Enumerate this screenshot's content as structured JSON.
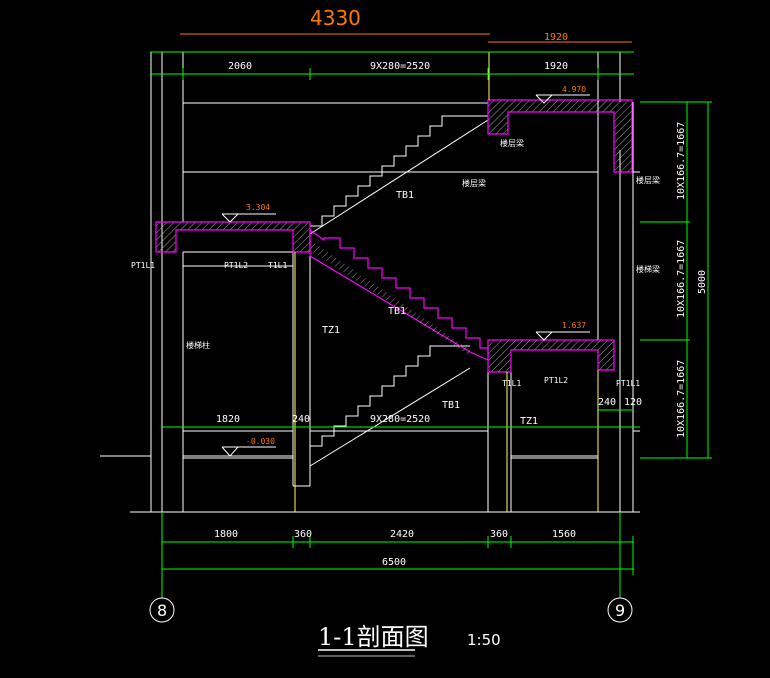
{
  "drawing": {
    "title": "1-1剖面图",
    "scale": "1:50",
    "colors": {
      "background": "#000000",
      "wall": "#ffffff",
      "dimension": "#00ff00",
      "slab_outline": "#ff00ff",
      "elevation_text": "#ff7a00",
      "column": "#ffff66"
    },
    "axes": {
      "left": "8",
      "right": "9"
    },
    "top_dims": {
      "overall": "4330",
      "upper_right": "1920"
    },
    "dims_row1": {
      "left": "2060",
      "middle": "9X280=2520",
      "right": "1920"
    },
    "dims_lower": {
      "left": "1820",
      "mid": "240",
      "stair": "9X280=2520",
      "right": "240",
      "far_right": "120"
    },
    "dims_bottom": {
      "a": "1800",
      "b": "360",
      "c": "2420",
      "d": "360",
      "e": "1560",
      "total": "6500"
    },
    "right_dims": {
      "top": "10X166.7=1667",
      "middle": "10X166.7=1667",
      "bottom": "10X166.7=1667",
      "total": "5000"
    },
    "elevations": {
      "top": "4.970",
      "mid_left": "3.304",
      "mid_right": "1.637",
      "ground": "-0.030"
    },
    "labels": {
      "tb1_upper": "TB1",
      "tb1_mid": "TB1",
      "tb1_lower": "TB1",
      "tz1_left": "TZ1",
      "tz1_right": "TZ1",
      "pt1l1_left": "PT1L1",
      "pt1l2_left": "PT1L2",
      "t1l1_left": "T1L1",
      "t1l1_right": "T1L1",
      "pt1l2_right": "PT1L2",
      "pt1l1_right": "PT1L1",
      "note_landing": "楼层梁",
      "note_mid_wall": "楼层梁",
      "note_right_top": "楼层梁",
      "note_right_mid": "楼梯梁",
      "note_left_wall": "楼梯柱"
    }
  }
}
